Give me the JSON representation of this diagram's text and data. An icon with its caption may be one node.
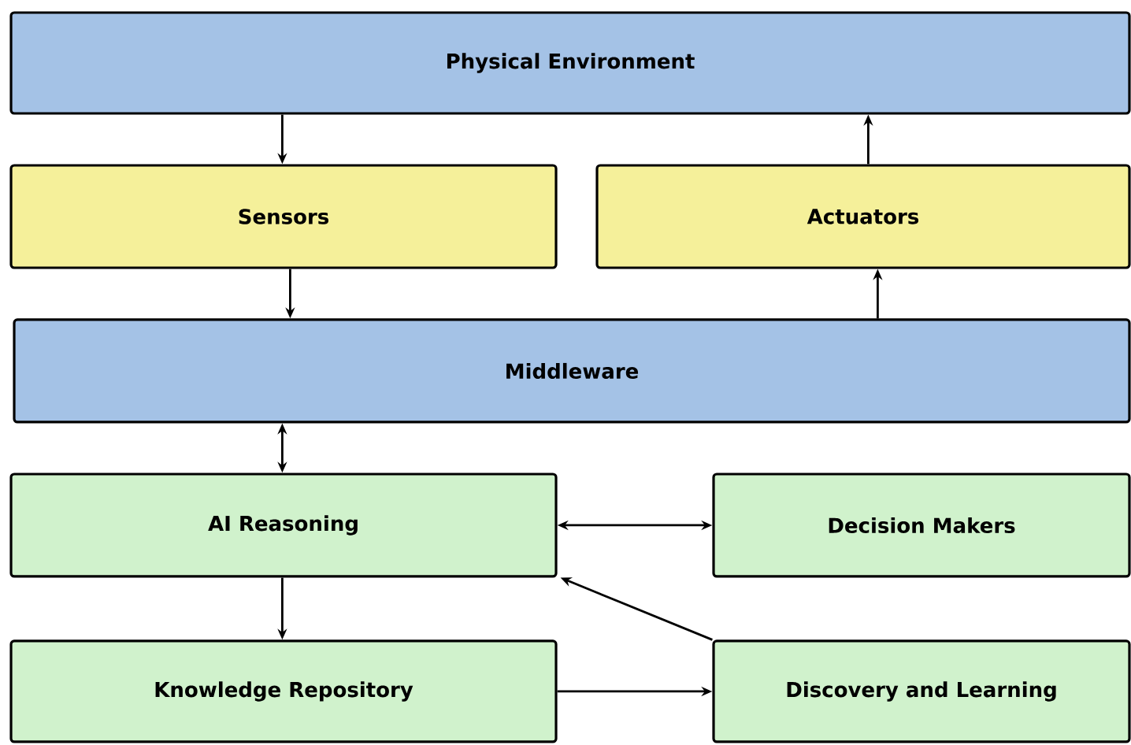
{
  "diagram": {
    "nodes": [
      {
        "text": [
          "Physical Environment"
        ]
      },
      {
        "text": [
          "Sensors"
        ]
      },
      {
        "text": [
          "Actuators"
        ]
      },
      {
        "text": [
          "Middleware"
        ]
      },
      {
        "text": [
          "AI Reasoning"
        ]
      },
      {
        "text": [
          "Decision Makers"
        ]
      },
      {
        "text": [
          "Knowledge Repository"
        ]
      },
      {
        "text": [
          "Discovery and Learning"
        ]
      }
    ],
    "edges": [
      {
        "from": 0,
        "to": 1,
        "arrow": "to"
      },
      {
        "from": 2,
        "to": 0,
        "arrow": "to"
      },
      {
        "from": 1,
        "to": 3,
        "arrow": "to"
      },
      {
        "from": 3,
        "to": 2,
        "arrow": "to"
      },
      {
        "from": 3,
        "to": 4,
        "arrow": "both"
      },
      {
        "from": 4,
        "to": 5,
        "arrow": "both"
      },
      {
        "from": 4,
        "to": 6,
        "arrow": "to"
      },
      {
        "from": 6,
        "to": 7,
        "arrow": "to"
      },
      {
        "from": 7,
        "to": 4,
        "arrow": "to"
      }
    ]
  }
}
